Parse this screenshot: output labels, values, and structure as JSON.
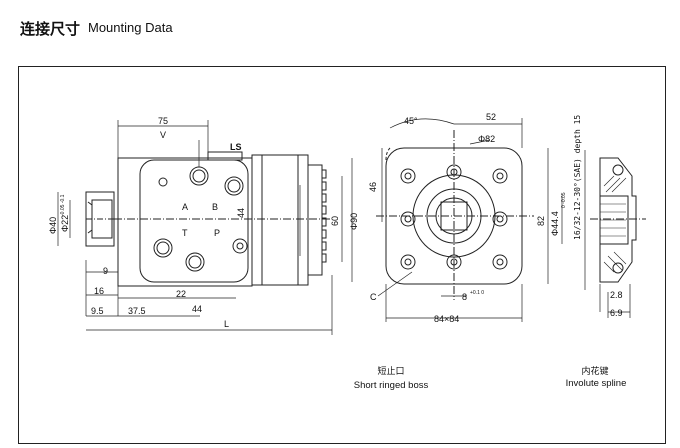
{
  "header": {
    "title_zh": "连接尺寸",
    "title_en": "Mounting Data"
  },
  "front_view": {
    "ports": [
      "V",
      "LS",
      "A",
      "B",
      "T",
      "P"
    ],
    "dims": {
      "w75": "75",
      "d9": "9",
      "d16": "16",
      "d22": "22",
      "d44b": "44",
      "d9_5": "9.5",
      "d37_5": "37.5",
      "L": "L",
      "d44v": "44",
      "d60": "60",
      "phi90": "Φ90",
      "phi40": "Φ40",
      "phi40_tol": "-0.05 -0.1",
      "phi22": "Φ22"
    }
  },
  "side_view": {
    "dims": {
      "d52": "52",
      "angle45": "45°",
      "phi82": "Φ82",
      "d46": "46",
      "d82": "82",
      "d84x84": "84×84",
      "d8": "8",
      "d8_tol": "+0.1 0",
      "c": "C"
    },
    "caption_zh": "短止口",
    "caption_en": "Short ringed boss"
  },
  "spline_view": {
    "dims": {
      "phi44": "Φ44.4",
      "phi44_tol": "0 -0.05",
      "spline": "16/32-12-30°(SAE) depth 15",
      "d2_8": "2.8",
      "d6_9": "6.9"
    },
    "caption_zh": "内花键",
    "caption_en": "Involute spline"
  }
}
